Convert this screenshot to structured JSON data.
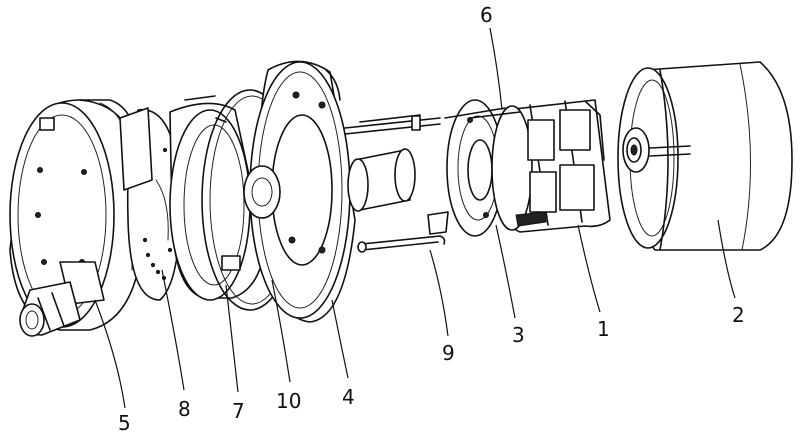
{
  "callouts": [
    {
      "id": "c6",
      "label": "6"
    },
    {
      "id": "c2",
      "label": "2"
    },
    {
      "id": "c1",
      "label": "1"
    },
    {
      "id": "c3",
      "label": "3"
    },
    {
      "id": "c9",
      "label": "9"
    },
    {
      "id": "c4",
      "label": "4"
    },
    {
      "id": "c10",
      "label": "10"
    },
    {
      "id": "c7",
      "label": "7"
    },
    {
      "id": "c8",
      "label": "8"
    },
    {
      "id": "c5",
      "label": "5"
    }
  ]
}
